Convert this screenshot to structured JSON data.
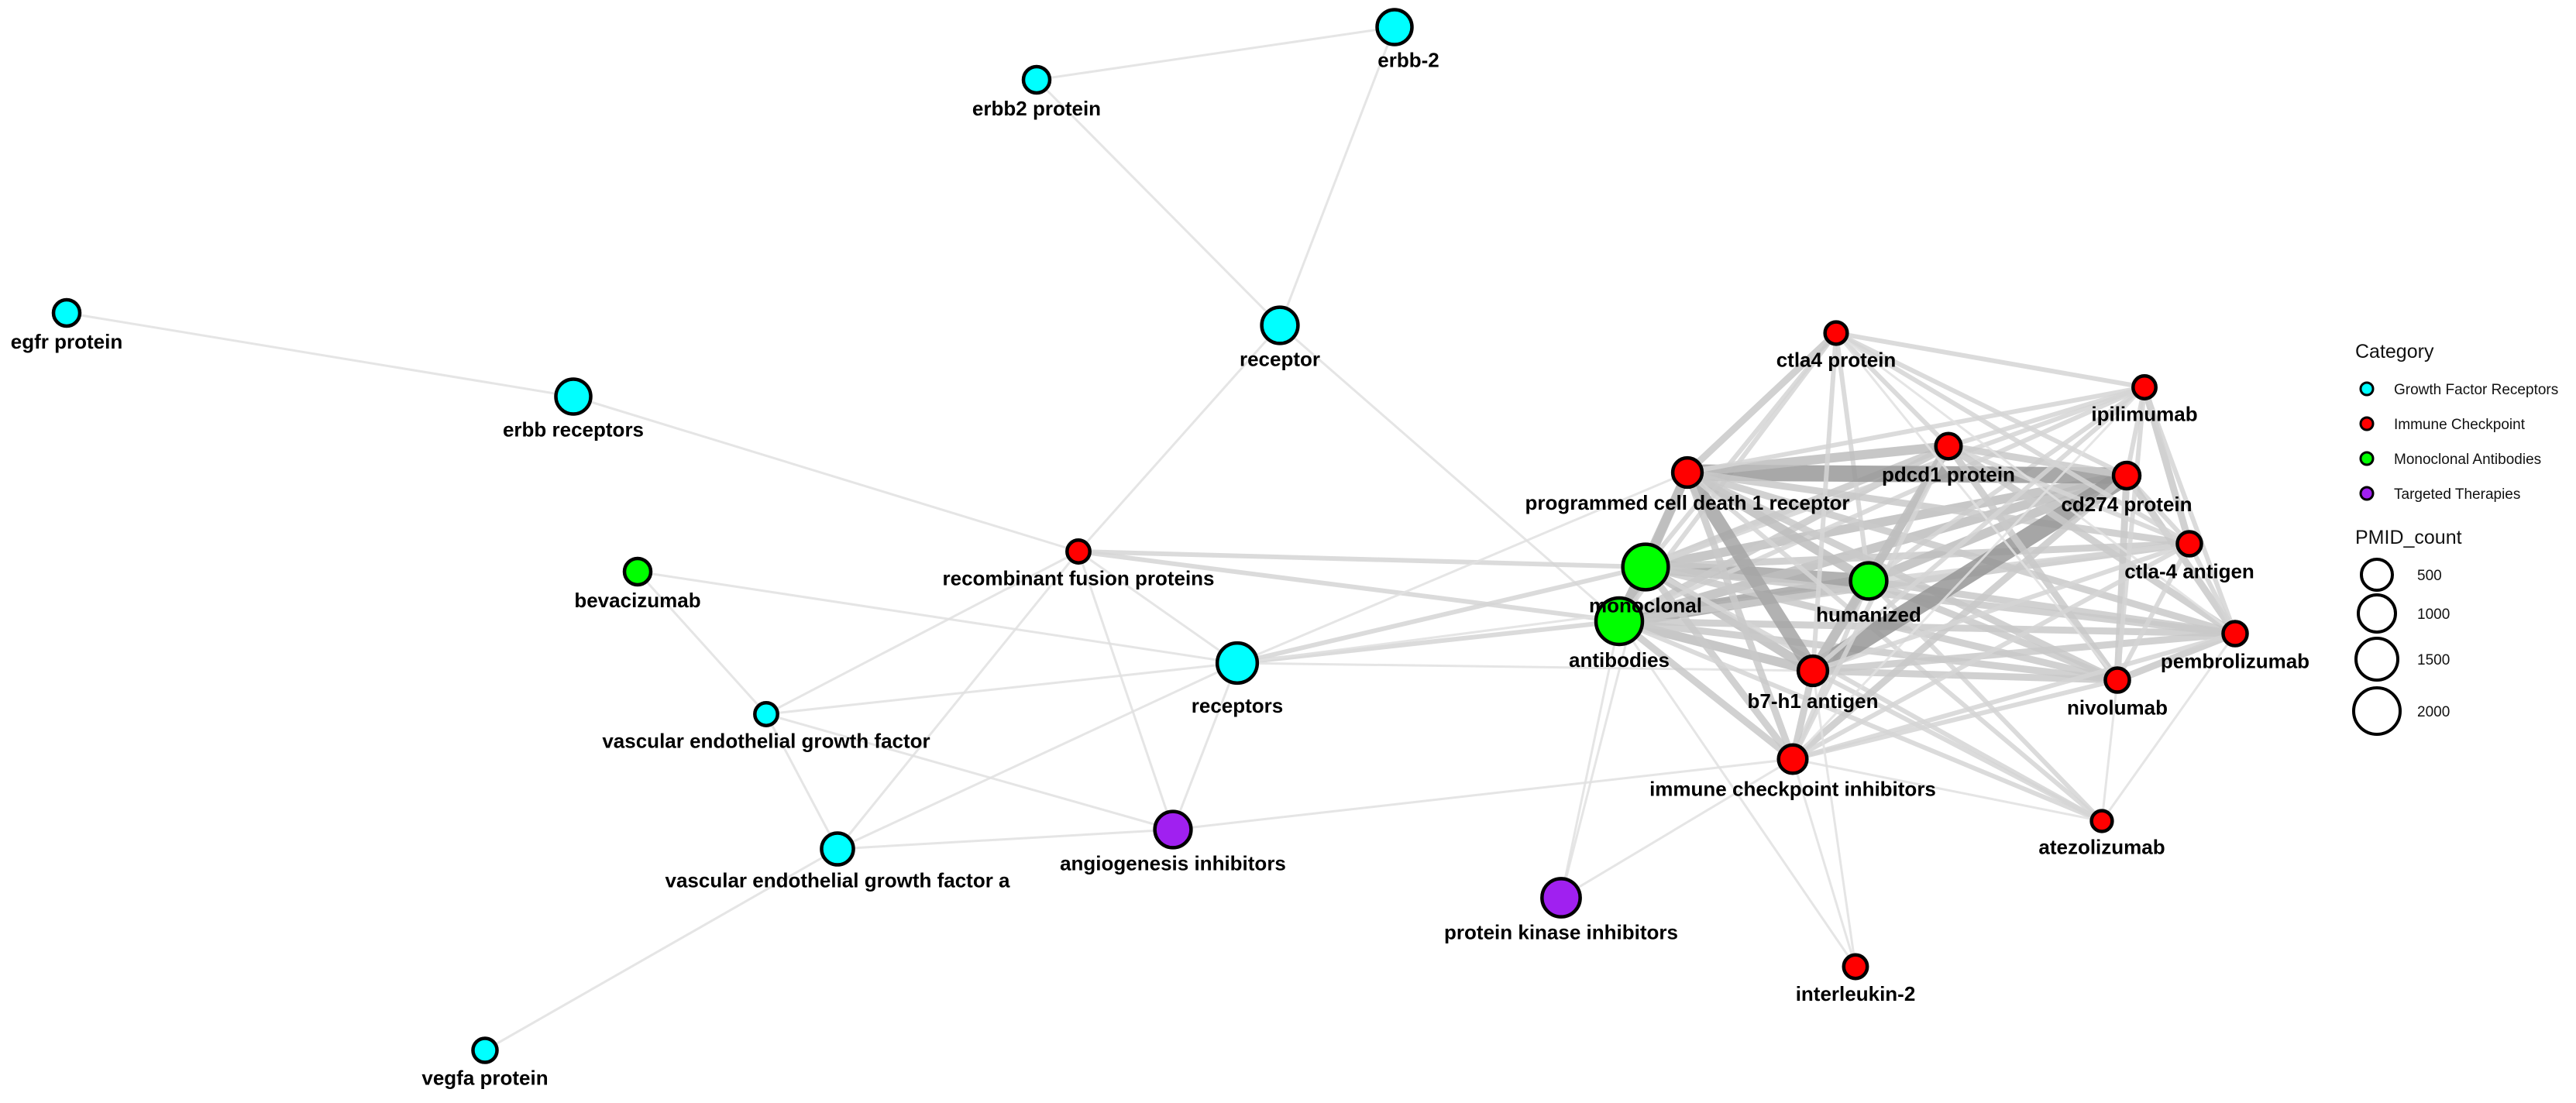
{
  "categories": [
    {
      "name": "Growth Factor Receptors",
      "color": "#00FFFF"
    },
    {
      "name": "Immune Checkpoint",
      "color": "#FF0000"
    },
    {
      "name": "Monoclonal Antibodies",
      "color": "#00FF00"
    },
    {
      "name": "Targeted Therapies",
      "color": "#A020F0"
    }
  ],
  "legend": {
    "category_title": "Category",
    "size_title": "PMID_count",
    "size_values": [
      "500",
      "1000",
      "1500",
      "2000"
    ]
  },
  "nodes": [
    {
      "id": "erbb-2",
      "label": "erbb-2",
      "cat": 0,
      "size": 900
    },
    {
      "id": "erbb2-protein",
      "label": "erbb2 protein",
      "cat": 0,
      "size": 400
    },
    {
      "id": "egfr-protein",
      "label": "egfr protein",
      "cat": 0,
      "size": 400
    },
    {
      "id": "erbb-receptors",
      "label": "erbb receptors",
      "cat": 0,
      "size": 900
    },
    {
      "id": "receptor",
      "label": "receptor",
      "cat": 0,
      "size": 1000
    },
    {
      "id": "bevacizumab",
      "label": "bevacizumab",
      "cat": 2,
      "size": 400
    },
    {
      "id": "recombinant-fusion-proteins",
      "label": "recombinant fusion proteins",
      "cat": 1,
      "size": 250
    },
    {
      "id": "receptors",
      "label": "receptors",
      "cat": 0,
      "size": 1300
    },
    {
      "id": "vascular-endothelial-growth-factor",
      "label": "vascular endothelial growth factor",
      "cat": 0,
      "size": 250
    },
    {
      "id": "vascular-endothelial-growth-factor-a",
      "label": "vascular endothelial growth factor a",
      "cat": 0,
      "size": 700
    },
    {
      "id": "vegfa-protein",
      "label": "vegfa protein",
      "cat": 0,
      "size": 300
    },
    {
      "id": "angiogenesis-inhibitors",
      "label": "angiogenesis inhibitors",
      "cat": 3,
      "size": 1000
    },
    {
      "id": "protein-kinase-inhibitors",
      "label": "protein kinase inhibitors",
      "cat": 3,
      "size": 1150
    },
    {
      "id": "monoclonal",
      "label": "monoclonal",
      "cat": 2,
      "size": 1800
    },
    {
      "id": "antibodies",
      "label": "antibodies",
      "cat": 2,
      "size": 1900
    },
    {
      "id": "humanized",
      "label": "humanized",
      "cat": 2,
      "size": 1000
    },
    {
      "id": "programmed-cell-death-1-receptor",
      "label": "programmed cell death 1 receptor",
      "cat": 1,
      "size": 550
    },
    {
      "id": "ctla4-protein",
      "label": "ctla4 protein",
      "cat": 1,
      "size": 230
    },
    {
      "id": "pdcd1-protein",
      "label": "pdcd1 protein",
      "cat": 1,
      "size": 350
    },
    {
      "id": "ipilimumab",
      "label": "ipilimumab",
      "cat": 1,
      "size": 250
    },
    {
      "id": "cd274-protein",
      "label": "cd274 protein",
      "cat": 1,
      "size": 400
    },
    {
      "id": "ctla-4-antigen",
      "label": "ctla-4 antigen",
      "cat": 1,
      "size": 300
    },
    {
      "id": "pembrolizumab",
      "label": "pembrolizumab",
      "cat": 1,
      "size": 300
    },
    {
      "id": "b7-h1-antigen",
      "label": "b7-h1 antigen",
      "cat": 1,
      "size": 550
    },
    {
      "id": "nivolumab",
      "label": "nivolumab",
      "cat": 1,
      "size": 300
    },
    {
      "id": "immune-checkpoint-inhibitors",
      "label": "immune checkpoint inhibitors",
      "cat": 1,
      "size": 500
    },
    {
      "id": "atezolizumab",
      "label": "atezolizumab",
      "cat": 1,
      "size": 180
    },
    {
      "id": "interleukin-2",
      "label": "interleukin-2",
      "cat": 1,
      "size": 280
    }
  ],
  "edges": [
    {
      "s": "erbb2-protein",
      "t": "erbb-2",
      "w": 1
    },
    {
      "s": "erbb2-protein",
      "t": "receptor",
      "w": 1
    },
    {
      "s": "erbb-2",
      "t": "receptor",
      "w": 1
    },
    {
      "s": "egfr-protein",
      "t": "erbb-receptors",
      "w": 1
    },
    {
      "s": "erbb-receptors",
      "t": "recombinant-fusion-proteins",
      "w": 1
    },
    {
      "s": "receptor",
      "t": "recombinant-fusion-proteins",
      "w": 1
    },
    {
      "s": "receptor",
      "t": "antibodies",
      "w": 1
    },
    {
      "s": "bevacizumab",
      "t": "receptors",
      "w": 1
    },
    {
      "s": "bevacizumab",
      "t": "vascular-endothelial-growth-factor",
      "w": 1
    },
    {
      "s": "recombinant-fusion-proteins",
      "t": "receptors",
      "w": 1
    },
    {
      "s": "recombinant-fusion-proteins",
      "t": "vascular-endothelial-growth-factor",
      "w": 1
    },
    {
      "s": "recombinant-fusion-proteins",
      "t": "vascular-endothelial-growth-factor-a",
      "w": 1
    },
    {
      "s": "recombinant-fusion-proteins",
      "t": "angiogenesis-inhibitors",
      "w": 1
    },
    {
      "s": "recombinant-fusion-proteins",
      "t": "monoclonal",
      "w": 2
    },
    {
      "s": "recombinant-fusion-proteins",
      "t": "antibodies",
      "w": 2
    },
    {
      "s": "receptors",
      "t": "vascular-endothelial-growth-factor",
      "w": 1
    },
    {
      "s": "receptors",
      "t": "vascular-endothelial-growth-factor-a",
      "w": 1
    },
    {
      "s": "receptors",
      "t": "angiogenesis-inhibitors",
      "w": 1
    },
    {
      "s": "receptors",
      "t": "monoclonal",
      "w": 2
    },
    {
      "s": "receptors",
      "t": "antibodies",
      "w": 2
    },
    {
      "s": "receptors",
      "t": "humanized",
      "w": 1
    },
    {
      "s": "receptors",
      "t": "programmed-cell-death-1-receptor",
      "w": 1
    },
    {
      "s": "receptors",
      "t": "b7-h1-antigen",
      "w": 1
    },
    {
      "s": "vascular-endothelial-growth-factor",
      "t": "vascular-endothelial-growth-factor-a",
      "w": 1
    },
    {
      "s": "vascular-endothelial-growth-factor",
      "t": "angiogenesis-inhibitors",
      "w": 1
    },
    {
      "s": "vascular-endothelial-growth-factor-a",
      "t": "vegfa-protein",
      "w": 1
    },
    {
      "s": "vascular-endothelial-growth-factor-a",
      "t": "angiogenesis-inhibitors",
      "w": 1
    },
    {
      "s": "angiogenesis-inhibitors",
      "t": "immune-checkpoint-inhibitors",
      "w": 1
    },
    {
      "s": "protein-kinase-inhibitors",
      "t": "antibodies",
      "w": 1
    },
    {
      "s": "protein-kinase-inhibitors",
      "t": "monoclonal",
      "w": 1
    },
    {
      "s": "protein-kinase-inhibitors",
      "t": "immune-checkpoint-inhibitors",
      "w": 1
    },
    {
      "s": "monoclonal",
      "t": "antibodies",
      "w": 5
    },
    {
      "s": "monoclonal",
      "t": "humanized",
      "w": 6
    },
    {
      "s": "antibodies",
      "t": "humanized",
      "w": 6
    },
    {
      "s": "monoclonal",
      "t": "programmed-cell-death-1-receptor",
      "w": 4
    },
    {
      "s": "antibodies",
      "t": "programmed-cell-death-1-receptor",
      "w": 4
    },
    {
      "s": "monoclonal",
      "t": "cd274-protein",
      "w": 4
    },
    {
      "s": "antibodies",
      "t": "cd274-protein",
      "w": 4
    },
    {
      "s": "monoclonal",
      "t": "pdcd1-protein",
      "w": 3
    },
    {
      "s": "antibodies",
      "t": "pdcd1-protein",
      "w": 3
    },
    {
      "s": "monoclonal",
      "t": "b7-h1-antigen",
      "w": 4
    },
    {
      "s": "antibodies",
      "t": "b7-h1-antigen",
      "w": 4
    },
    {
      "s": "monoclonal",
      "t": "ctla4-protein",
      "w": 2
    },
    {
      "s": "antibodies",
      "t": "ctla4-protein",
      "w": 2
    },
    {
      "s": "monoclonal",
      "t": "ipilimumab",
      "w": 2
    },
    {
      "s": "antibodies",
      "t": "ipilimumab",
      "w": 2
    },
    {
      "s": "monoclonal",
      "t": "ctla-4-antigen",
      "w": 3
    },
    {
      "s": "antibodies",
      "t": "ctla-4-antigen",
      "w": 3
    },
    {
      "s": "monoclonal",
      "t": "pembrolizumab",
      "w": 3
    },
    {
      "s": "antibodies",
      "t": "pembrolizumab",
      "w": 3
    },
    {
      "s": "monoclonal",
      "t": "nivolumab",
      "w": 3
    },
    {
      "s": "antibodies",
      "t": "nivolumab",
      "w": 3
    },
    {
      "s": "monoclonal",
      "t": "immune-checkpoint-inhibitors",
      "w": 3
    },
    {
      "s": "antibodies",
      "t": "immune-checkpoint-inhibitors",
      "w": 3
    },
    {
      "s": "monoclonal",
      "t": "atezolizumab",
      "w": 2
    },
    {
      "s": "antibodies",
      "t": "atezolizumab",
      "w": 2
    },
    {
      "s": "antibodies",
      "t": "interleukin-2",
      "w": 1
    },
    {
      "s": "humanized",
      "t": "programmed-cell-death-1-receptor",
      "w": 4
    },
    {
      "s": "humanized",
      "t": "cd274-protein",
      "w": 4
    },
    {
      "s": "humanized",
      "t": "pdcd1-protein",
      "w": 3
    },
    {
      "s": "humanized",
      "t": "b7-h1-antigen",
      "w": 4
    },
    {
      "s": "humanized",
      "t": "pembrolizumab",
      "w": 3
    },
    {
      "s": "humanized",
      "t": "nivolumab",
      "w": 3
    },
    {
      "s": "humanized",
      "t": "ctla-4-antigen",
      "w": 2
    },
    {
      "s": "humanized",
      "t": "ipilimumab",
      "w": 2
    },
    {
      "s": "humanized",
      "t": "ctla4-protein",
      "w": 2
    },
    {
      "s": "humanized",
      "t": "immune-checkpoint-inhibitors",
      "w": 2
    },
    {
      "s": "humanized",
      "t": "atezolizumab",
      "w": 2
    },
    {
      "s": "programmed-cell-death-1-receptor",
      "t": "cd274-protein",
      "w": 7
    },
    {
      "s": "programmed-cell-death-1-receptor",
      "t": "b7-h1-antigen",
      "w": 6
    },
    {
      "s": "programmed-cell-death-1-receptor",
      "t": "pdcd1-protein",
      "w": 4
    },
    {
      "s": "programmed-cell-death-1-receptor",
      "t": "ctla4-protein",
      "w": 3
    },
    {
      "s": "programmed-cell-death-1-receptor",
      "t": "pembrolizumab",
      "w": 3
    },
    {
      "s": "programmed-cell-death-1-receptor",
      "t": "nivolumab",
      "w": 3
    },
    {
      "s": "programmed-cell-death-1-receptor",
      "t": "ctla-4-antigen",
      "w": 3
    },
    {
      "s": "programmed-cell-death-1-receptor",
      "t": "ipilimumab",
      "w": 2
    },
    {
      "s": "programmed-cell-death-1-receptor",
      "t": "immune-checkpoint-inhibitors",
      "w": 3
    },
    {
      "s": "programmed-cell-death-1-receptor",
      "t": "atezolizumab",
      "w": 2
    },
    {
      "s": "b7-h1-antigen",
      "t": "cd274-protein",
      "w": 8
    },
    {
      "s": "b7-h1-antigen",
      "t": "pdcd1-protein",
      "w": 4
    },
    {
      "s": "b7-h1-antigen",
      "t": "nivolumab",
      "w": 3
    },
    {
      "s": "b7-h1-antigen",
      "t": "pembrolizumab",
      "w": 3
    },
    {
      "s": "b7-h1-antigen",
      "t": "immune-checkpoint-inhibitors",
      "w": 3
    },
    {
      "s": "b7-h1-antigen",
      "t": "atezolizumab",
      "w": 2
    },
    {
      "s": "b7-h1-antigen",
      "t": "ctla4-protein",
      "w": 2
    },
    {
      "s": "cd274-protein",
      "t": "pdcd1-protein",
      "w": 3
    },
    {
      "s": "cd274-protein",
      "t": "ctla4-protein",
      "w": 2
    },
    {
      "s": "cd274-protein",
      "t": "ipilimumab",
      "w": 2
    },
    {
      "s": "cd274-protein",
      "t": "ctla-4-antigen",
      "w": 2
    },
    {
      "s": "cd274-protein",
      "t": "pembrolizumab",
      "w": 3
    },
    {
      "s": "cd274-protein",
      "t": "nivolumab",
      "w": 3
    },
    {
      "s": "cd274-protein",
      "t": "immune-checkpoint-inhibitors",
      "w": 3
    },
    {
      "s": "pdcd1-protein",
      "t": "ctla4-protein",
      "w": 2
    },
    {
      "s": "pdcd1-protein",
      "t": "ipilimumab",
      "w": 2
    },
    {
      "s": "pdcd1-protein",
      "t": "ctla-4-antigen",
      "w": 2
    },
    {
      "s": "pdcd1-protein",
      "t": "pembrolizumab",
      "w": 3
    },
    {
      "s": "pdcd1-protein",
      "t": "nivolumab",
      "w": 3
    },
    {
      "s": "pdcd1-protein",
      "t": "immune-checkpoint-inhibitors",
      "w": 2
    },
    {
      "s": "ctla4-protein",
      "t": "ipilimumab",
      "w": 2
    },
    {
      "s": "ctla4-protein",
      "t": "ctla-4-antigen",
      "w": 2
    },
    {
      "s": "ctla4-protein",
      "t": "nivolumab",
      "w": 1
    },
    {
      "s": "ctla4-protein",
      "t": "pembrolizumab",
      "w": 1
    },
    {
      "s": "ipilimumab",
      "t": "ctla-4-antigen",
      "w": 3
    },
    {
      "s": "ipilimumab",
      "t": "nivolumab",
      "w": 2
    },
    {
      "s": "ipilimumab",
      "t": "pembrolizumab",
      "w": 2
    },
    {
      "s": "ipilimumab",
      "t": "b7-h1-antigen",
      "w": 2
    },
    {
      "s": "ipilimumab",
      "t": "immune-checkpoint-inhibitors",
      "w": 1
    },
    {
      "s": "ctla-4-antigen",
      "t": "nivolumab",
      "w": 2
    },
    {
      "s": "ctla-4-antigen",
      "t": "pembrolizumab",
      "w": 2
    },
    {
      "s": "ctla-4-antigen",
      "t": "b7-h1-antigen",
      "w": 2
    },
    {
      "s": "ctla-4-antigen",
      "t": "immune-checkpoint-inhibitors",
      "w": 2
    },
    {
      "s": "pembrolizumab",
      "t": "nivolumab",
      "w": 3
    },
    {
      "s": "pembrolizumab",
      "t": "immune-checkpoint-inhibitors",
      "w": 2
    },
    {
      "s": "pembrolizumab",
      "t": "atezolizumab",
      "w": 1
    },
    {
      "s": "nivolumab",
      "t": "immune-checkpoint-inhibitors",
      "w": 2
    },
    {
      "s": "nivolumab",
      "t": "atezolizumab",
      "w": 1
    },
    {
      "s": "immune-checkpoint-inhibitors",
      "t": "atezolizumab",
      "w": 1
    },
    {
      "s": "immune-checkpoint-inhibitors",
      "t": "interleukin-2",
      "w": 1
    },
    {
      "s": "b7-h1-antigen",
      "t": "interleukin-2",
      "w": 1
    }
  ]
}
